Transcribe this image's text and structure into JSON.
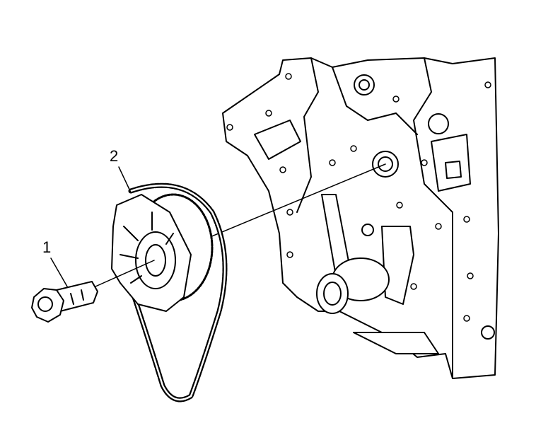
{
  "callouts": [
    {
      "label": "1",
      "part": "bolt"
    },
    {
      "label": "2",
      "part": "sprocket-and-chain"
    }
  ],
  "colors": {
    "line": "#000000",
    "background": "#ffffff"
  }
}
